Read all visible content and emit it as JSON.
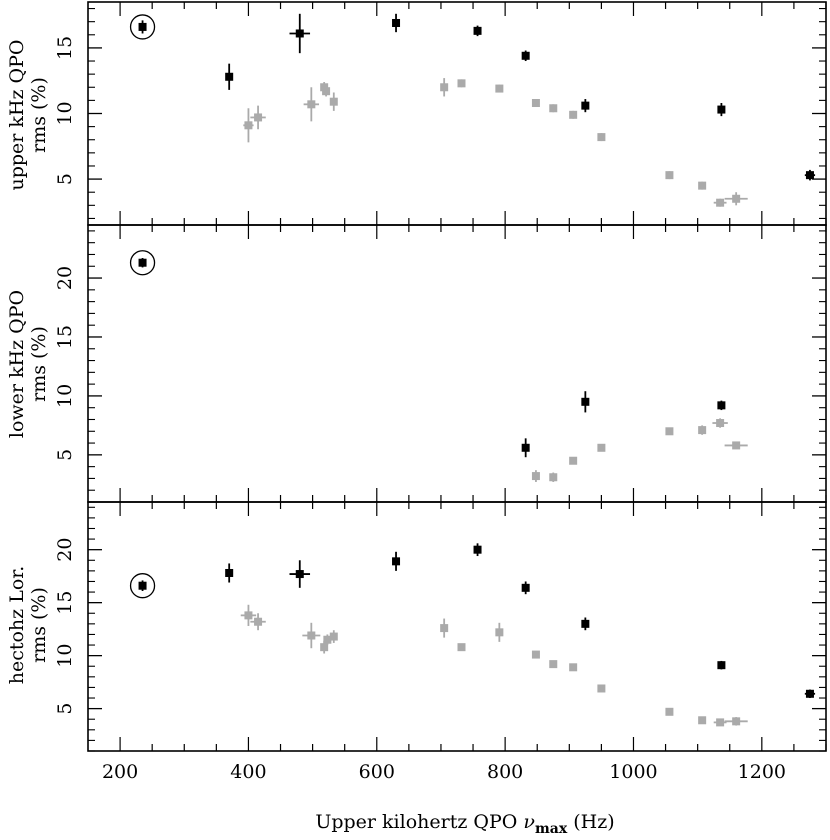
{
  "chart_data": [
    {
      "type": "scatter",
      "panel": "top",
      "ylabel_line1": "upper kHz QPO",
      "ylabel_line2": "rms (%)",
      "xlim": [
        150,
        1300
      ],
      "ylim": [
        1.5,
        18.5
      ],
      "yticks": [
        5,
        10,
        15
      ],
      "series": [
        {
          "color": "#000000",
          "points": [
            {
              "x": 235,
              "y": 16.6,
              "xerr": 5,
              "yerr": 0.5,
              "circled": true
            },
            {
              "x": 370,
              "y": 12.8,
              "xerr": 4,
              "yerr": 1.0
            },
            {
              "x": 480,
              "y": 16.1,
              "xerr": 16,
              "yerr": 1.5
            },
            {
              "x": 630,
              "y": 16.9,
              "xerr": 4,
              "yerr": 0.7
            },
            {
              "x": 757,
              "y": 16.3,
              "xerr": 4,
              "yerr": 0.4
            },
            {
              "x": 832,
              "y": 14.4,
              "xerr": 4,
              "yerr": 0.4
            },
            {
              "x": 925,
              "y": 10.6,
              "xerr": 4,
              "yerr": 0.5
            },
            {
              "x": 1137,
              "y": 10.3,
              "xerr": 5,
              "yerr": 0.5
            },
            {
              "x": 1275,
              "y": 5.3,
              "xerr": 8,
              "yerr": 0.4
            }
          ]
        },
        {
          "color": "#aaaaaa",
          "points": [
            {
              "x": 400,
              "y": 9.1,
              "xerr": 8,
              "yerr": 1.3
            },
            {
              "x": 415,
              "y": 9.7,
              "xerr": 12,
              "yerr": 0.9
            },
            {
              "x": 498,
              "y": 10.7,
              "xerr": 12,
              "yerr": 1.3
            },
            {
              "x": 518,
              "y": 12.0,
              "xerr": 4,
              "yerr": 0.4
            },
            {
              "x": 521,
              "y": 11.7,
              "xerr": 4,
              "yerr": 0.4
            },
            {
              "x": 533,
              "y": 10.9,
              "xerr": 5,
              "yerr": 0.7
            },
            {
              "x": 705,
              "y": 12.0,
              "xerr": 5,
              "yerr": 0.7
            },
            {
              "x": 732,
              "y": 12.3,
              "xerr": 4,
              "yerr": 0.3
            },
            {
              "x": 791,
              "y": 11.9,
              "xerr": 4,
              "yerr": 0.3
            },
            {
              "x": 848,
              "y": 10.8,
              "xerr": 4,
              "yerr": 0.3
            },
            {
              "x": 875,
              "y": 10.4,
              "xerr": 4,
              "yerr": 0.3
            },
            {
              "x": 906,
              "y": 9.9,
              "xerr": 4,
              "yerr": 0.3
            },
            {
              "x": 950,
              "y": 8.2,
              "xerr": 4,
              "yerr": 0.3
            },
            {
              "x": 1056,
              "y": 5.3,
              "xerr": 5,
              "yerr": 0.3
            },
            {
              "x": 1107,
              "y": 4.5,
              "xerr": 5,
              "yerr": 0.3
            },
            {
              "x": 1135,
              "y": 3.2,
              "xerr": 10,
              "yerr": 0.3
            },
            {
              "x": 1160,
              "y": 3.5,
              "xerr": 18,
              "yerr": 0.5
            }
          ]
        }
      ]
    },
    {
      "type": "scatter",
      "panel": "middle",
      "ylabel_line1": "lower kHz QPO",
      "ylabel_line2": "rms (%)",
      "xlim": [
        150,
        1300
      ],
      "ylim": [
        1,
        24.5
      ],
      "yticks": [
        5,
        10,
        15,
        20
      ],
      "series": [
        {
          "color": "#000000",
          "points": [
            {
              "x": 235,
              "y": 21.3,
              "xerr": 5,
              "yerr": 0.4,
              "circled": true
            },
            {
              "x": 832,
              "y": 5.6,
              "xerr": 4,
              "yerr": 0.8
            },
            {
              "x": 925,
              "y": 9.5,
              "xerr": 4,
              "yerr": 0.9
            },
            {
              "x": 1137,
              "y": 9.2,
              "xerr": 5,
              "yerr": 0.4
            }
          ]
        },
        {
          "color": "#aaaaaa",
          "points": [
            {
              "x": 848,
              "y": 3.2,
              "xerr": 4,
              "yerr": 0.5
            },
            {
              "x": 875,
              "y": 3.1,
              "xerr": 4,
              "yerr": 0.4
            },
            {
              "x": 906,
              "y": 4.5,
              "xerr": 4,
              "yerr": 0.3
            },
            {
              "x": 950,
              "y": 5.6,
              "xerr": 4,
              "yerr": 0.3
            },
            {
              "x": 1056,
              "y": 7.0,
              "xerr": 5,
              "yerr": 0.3
            },
            {
              "x": 1107,
              "y": 7.1,
              "xerr": 5,
              "yerr": 0.4
            },
            {
              "x": 1135,
              "y": 7.7,
              "xerr": 12,
              "yerr": 0.4
            },
            {
              "x": 1160,
              "y": 5.8,
              "xerr": 18,
              "yerr": 0.3
            }
          ]
        }
      ]
    },
    {
      "type": "scatter",
      "panel": "bottom",
      "ylabel_line1": "hectohz Lor.",
      "ylabel_line2": "rms (%)",
      "xlabel_prefix": "Upper kilohertz QPO ",
      "xlabel_symbol": "ν",
      "xlabel_sub": "max",
      "xlabel_suffix": " (Hz)",
      "xlim": [
        150,
        1300
      ],
      "xticks": [
        200,
        400,
        600,
        800,
        1000,
        1200
      ],
      "ylim": [
        1,
        24.5
      ],
      "yticks": [
        5,
        10,
        15,
        20
      ],
      "series": [
        {
          "color": "#000000",
          "points": [
            {
              "x": 235,
              "y": 16.6,
              "xerr": 5,
              "yerr": 0.5,
              "circled": true
            },
            {
              "x": 370,
              "y": 17.8,
              "xerr": 5,
              "yerr": 0.9
            },
            {
              "x": 480,
              "y": 17.7,
              "xerr": 16,
              "yerr": 1.3
            },
            {
              "x": 630,
              "y": 18.9,
              "xerr": 4,
              "yerr": 0.9
            },
            {
              "x": 757,
              "y": 20.0,
              "xerr": 4,
              "yerr": 0.6
            },
            {
              "x": 832,
              "y": 16.4,
              "xerr": 4,
              "yerr": 0.6
            },
            {
              "x": 925,
              "y": 13.0,
              "xerr": 4,
              "yerr": 0.6
            },
            {
              "x": 1137,
              "y": 9.1,
              "xerr": 5,
              "yerr": 0.4
            },
            {
              "x": 1275,
              "y": 6.4,
              "xerr": 8,
              "yerr": 0.4
            }
          ]
        },
        {
          "color": "#aaaaaa",
          "points": [
            {
              "x": 400,
              "y": 13.8,
              "xerr": 12,
              "yerr": 1.0
            },
            {
              "x": 415,
              "y": 13.2,
              "xerr": 12,
              "yerr": 0.8
            },
            {
              "x": 498,
              "y": 11.9,
              "xerr": 14,
              "yerr": 1.2
            },
            {
              "x": 518,
              "y": 10.8,
              "xerr": 4,
              "yerr": 0.6
            },
            {
              "x": 523,
              "y": 11.5,
              "xerr": 4,
              "yerr": 0.5
            },
            {
              "x": 533,
              "y": 11.8,
              "xerr": 5,
              "yerr": 0.6
            },
            {
              "x": 705,
              "y": 12.6,
              "xerr": 5,
              "yerr": 0.9
            },
            {
              "x": 732,
              "y": 10.8,
              "xerr": 4,
              "yerr": 0.3
            },
            {
              "x": 791,
              "y": 12.2,
              "xerr": 4,
              "yerr": 0.9
            },
            {
              "x": 848,
              "y": 10.1,
              "xerr": 4,
              "yerr": 0.3
            },
            {
              "x": 875,
              "y": 9.2,
              "xerr": 4,
              "yerr": 0.3
            },
            {
              "x": 906,
              "y": 8.9,
              "xerr": 4,
              "yerr": 0.3
            },
            {
              "x": 950,
              "y": 6.9,
              "xerr": 4,
              "yerr": 0.3
            },
            {
              "x": 1056,
              "y": 4.7,
              "xerr": 5,
              "yerr": 0.3
            },
            {
              "x": 1107,
              "y": 3.9,
              "xerr": 5,
              "yerr": 0.3
            },
            {
              "x": 1135,
              "y": 3.7,
              "xerr": 10,
              "yerr": 0.3
            },
            {
              "x": 1160,
              "y": 3.8,
              "xerr": 18,
              "yerr": 0.4
            }
          ]
        }
      ]
    }
  ]
}
